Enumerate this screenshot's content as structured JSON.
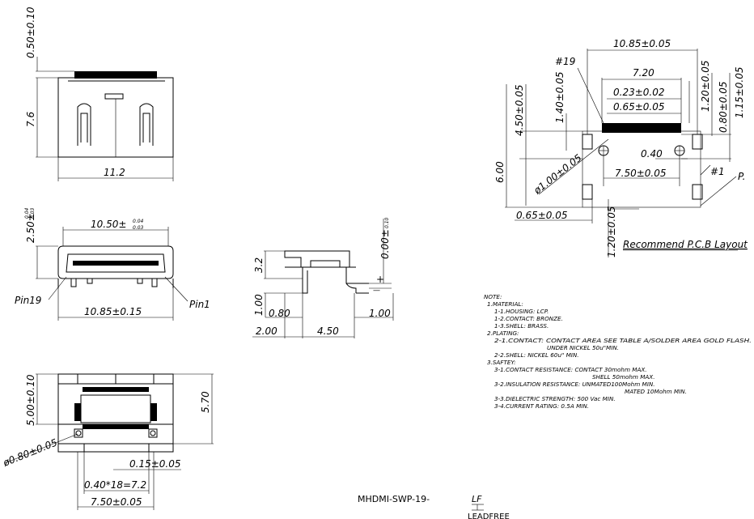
{
  "top_view": {
    "dim_top": "0.50±0.10",
    "dim_height": "7.6",
    "dim_width": "11.2"
  },
  "front_view": {
    "dim_width_top": "10.50±",
    "dim_width_top_tol_upper": "0.04",
    "dim_width_top_tol_lower": "0.03",
    "dim_height": "2.50±",
    "dim_height_tol_upper": "0.04",
    "dim_height_tol_lower": "0.03",
    "label_pin19": "Pin19",
    "label_pin1": "Pin1",
    "dim_width_bottom": "10.85±0.15"
  },
  "side_view": {
    "dim_height": "3.2",
    "dim_offset": "0.00±",
    "dim_offset_tol": "0.10",
    "dim_1_00_left": "1.00",
    "dim_0_80": "0.80",
    "dim_1_00_right": "1.00",
    "dim_2_00": "2.00",
    "dim_4_50": "4.50",
    "plus_sign": "+",
    "minus_sign": "—"
  },
  "bottom_view": {
    "dim_left": "5.00±0.10",
    "dim_right": "5.70",
    "dim_hole": "ø0.80±0.05",
    "dim_pad": "0.15±0.05",
    "dim_pitch": "0.40*18=7.2",
    "dim_span": "7.50±0.05"
  },
  "pcb_layout": {
    "dim_overall": "10.85±0.05",
    "label_pin19": "#19",
    "dim_7_20": "7.20",
    "dim_pad_width": "0.23±0.02",
    "dim_pad_space": "0.65±0.05",
    "dim_4_50": "4.50±0.05",
    "dim_1_40": "1.40±0.05",
    "dim_1_20_top": "1.20±0.05",
    "dim_0_80": "0.80±0.05",
    "dim_1_15": "1.15±0.05",
    "dim_0_40": "0.40",
    "dim_hole": "ø1.00±0.05",
    "dim_6_00": "6.00",
    "dim_7_50": "7.50±0.05",
    "label_pin1": "#1",
    "label_p": "P.",
    "dim_0_65_bottom": "0.65±0.05",
    "dim_1_20_bottom": "1.20±0.05",
    "caption": "Recommend P.C.B Layout"
  },
  "notes": {
    "header": "NOTE:",
    "lines": [
      "1.MATERIAL:",
      "1-1.HOUSING: LCP.",
      "1-2.CONTACT: BRONZE.",
      "1-3.SHELL: BRASS.",
      "2.PLATING:",
      "2-1.CONTACT: CONTACT AREA SEE TABLE A/SOLDER AREA GOLD FLASH.",
      "UNDER NICKEL 50u\"MIN.",
      "2-2.SHELL: NICKEL 60u\" MIN.",
      "3.SAFTEY:",
      "3-1.CONTACT RESISTANCE: CONTACT 30mohm MAX.",
      "SHELL 50mohm MAX.",
      "3-2.INSULATION RESISTANCE: UNMATED100Mohm MIN.",
      "MATED 10Mohm MIN.",
      "3-3.DIELECTRIC STRENGTH: 500 Vac MIN.",
      "3-4.CURRENT RATING: 0.5A MIN."
    ]
  },
  "part_number": {
    "prefix": "MHDMI-SWP-19-",
    "suffix": "LF",
    "suffix_label": "LEADFREE"
  }
}
